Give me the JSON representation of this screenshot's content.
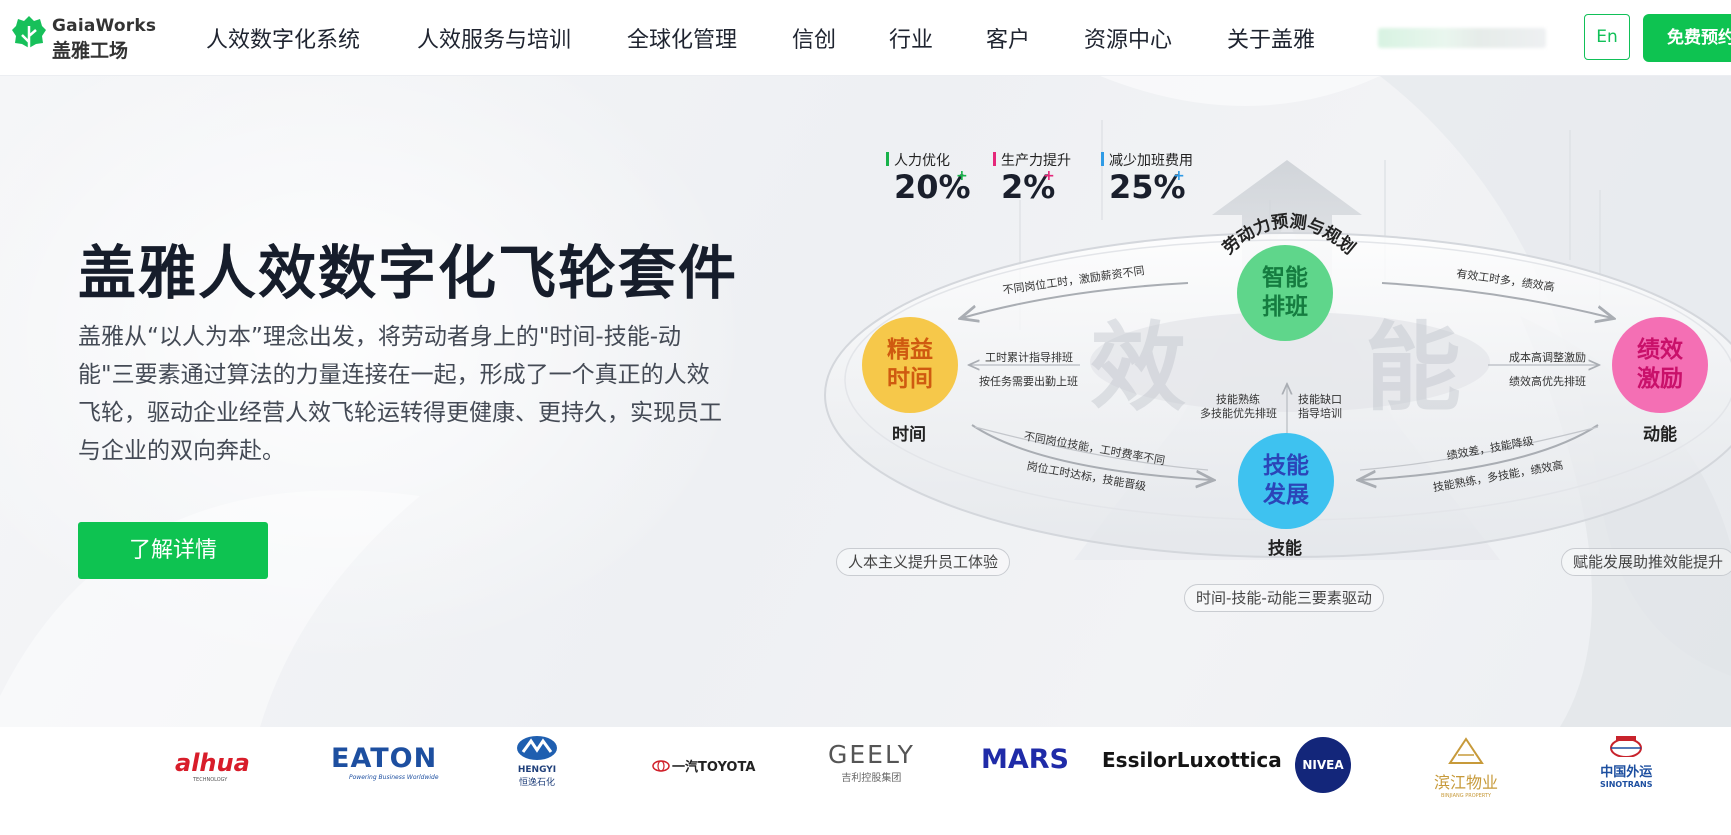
{
  "header": {
    "logo": {
      "en": "GaiaWorks",
      "cn": "盖雅工场"
    },
    "nav": [
      "人效数字化系统",
      "人效服务与培训",
      "全球化管理",
      "信创",
      "行业",
      "客户",
      "资源中心",
      "关于盖雅"
    ],
    "lang_label": "En",
    "trial_label": "免费预约"
  },
  "hero": {
    "title": "盖雅人效数字化飞轮套件",
    "description": "盖雅从“以人为本”理念出发，将劳动者身上的\"时间-技能-动能\"三要素通过算法的力量连接在一起，形成了一个真正的人效飞轮，驱动企业经营人效飞轮运转得更健康、更持久，实现员工与企业的双向奔赴。",
    "cta_label": "了解详情"
  },
  "diagram": {
    "stats": [
      {
        "label": "人力优化",
        "value": "20%",
        "plus": "+",
        "color": "#18b24a"
      },
      {
        "label": "生产力提升",
        "value": "2%",
        "plus": "+",
        "color": "#e5287a"
      },
      {
        "label": "减少加班费用",
        "value": "25%",
        "plus": "+",
        "color": "#2f9be6"
      }
    ],
    "arc_title": "劳动力预测与规划",
    "bg_chars": {
      "left": "效",
      "right": "能"
    },
    "nodes": {
      "schedule": {
        "line1": "智能",
        "line2": "排班"
      },
      "time": {
        "line1": "精益",
        "line2": "时间",
        "label": "时间"
      },
      "skill": {
        "line1": "技能",
        "line2": "发展",
        "label": "技能"
      },
      "motivation": {
        "line1": "绩效",
        "line2": "激励",
        "label": "动能"
      }
    },
    "annotations": {
      "top_left": "不同岗位工时，激励薪资不同",
      "top_right": "有效工时多，绩效高",
      "time_1": "工时累计指导排班",
      "time_2": "按任务需要出勤上班",
      "center_left_1": "技能熟练",
      "center_left_2": "多技能优先排班",
      "center_right_1": "技能缺口",
      "center_right_2": "指导培训",
      "motivation_1": "成本高调整激励",
      "motivation_2": "绩效高优先排班",
      "bottom_left_1": "不同岗位技能，工时费率不同",
      "bottom_left_2": "岗位工时达标，技能晋级",
      "bottom_right_1": "绩效差，技能降级",
      "bottom_right_2": "技能熟练，多技能，绩效高"
    },
    "pills": {
      "left": "人本主义提升员工体验",
      "center": "时间-技能-动能三要素驱动",
      "right": "赋能发展助推效能提升"
    }
  },
  "clients": {
    "dahua": {
      "main": "alhua",
      "sub": "TECHNOLOGY"
    },
    "eaton": {
      "main": "EATON",
      "sub": "Powering Business Worldwide"
    },
    "hengyi": {
      "main": "HENGYI",
      "cn": "恒逸石化"
    },
    "toyota": {
      "main": "一汽TOYOTA"
    },
    "geely": {
      "main": "GEELY",
      "cn": "吉利控股集团"
    },
    "mars": {
      "main": "MARS"
    },
    "essilor": {
      "main": "EssilorLuxottica"
    },
    "nivea": {
      "main": "NIVEA"
    },
    "binjiang": {
      "main": "滨江物业",
      "sub": "BINJIANG PROPERTY"
    },
    "sinotrans": {
      "main": "中国外运",
      "sub": "SINOTRANS"
    }
  }
}
